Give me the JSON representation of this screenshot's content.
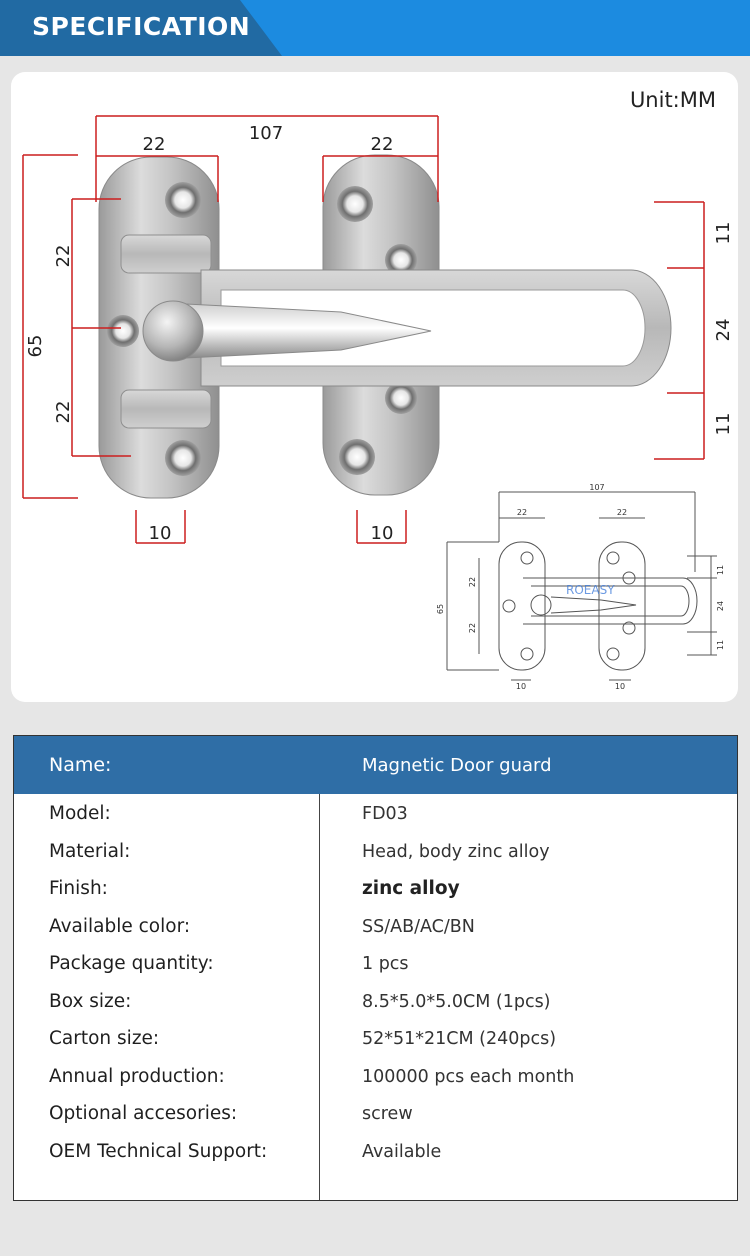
{
  "header": {
    "title": "SPECIFICATION"
  },
  "figure": {
    "unit": "Unit:MM",
    "dims": {
      "overall_width": "107",
      "left_width": "22",
      "right_width": "22",
      "total_height": "65",
      "upper_gap": "22",
      "lower_gap": "22",
      "right_top": "11",
      "right_mid": "24",
      "right_bottom": "11",
      "left_base": "10",
      "right_base": "10"
    },
    "thumbnail": {
      "watermark": "ROEASY",
      "overall_width": "107",
      "left_width": "22",
      "right_width": "22",
      "total_height": "65",
      "upper_gap": "22",
      "lower_gap": "22",
      "right_top": "11",
      "right_mid": "24",
      "right_bottom": "11",
      "left_base": "10",
      "right_base": "10"
    }
  },
  "spec": {
    "name_label": "Name:",
    "name_value": "Magnetic Door guard",
    "rows": [
      {
        "label": "Model:",
        "value": "FD03"
      },
      {
        "label": "Material:",
        "value": "Head, body zinc alloy"
      },
      {
        "label": "Finish:",
        "value": "zinc alloy"
      },
      {
        "label": "Available color:",
        "value": "SS/AB/AC/BN"
      },
      {
        "label": "Package quantity:",
        "value": "1 pcs"
      },
      {
        "label": "Box size:",
        "value": "8.5*5.0*5.0CM (1pcs)"
      },
      {
        "label": "Carton size:",
        "value": "52*51*21CM (240pcs)"
      },
      {
        "label": "Annual production:",
        "value": "100000 pcs each month"
      },
      {
        "label": "Optional accesories:",
        "value": "screw"
      },
      {
        "label": "OEM Technical Support:",
        "value": "Available"
      }
    ]
  }
}
